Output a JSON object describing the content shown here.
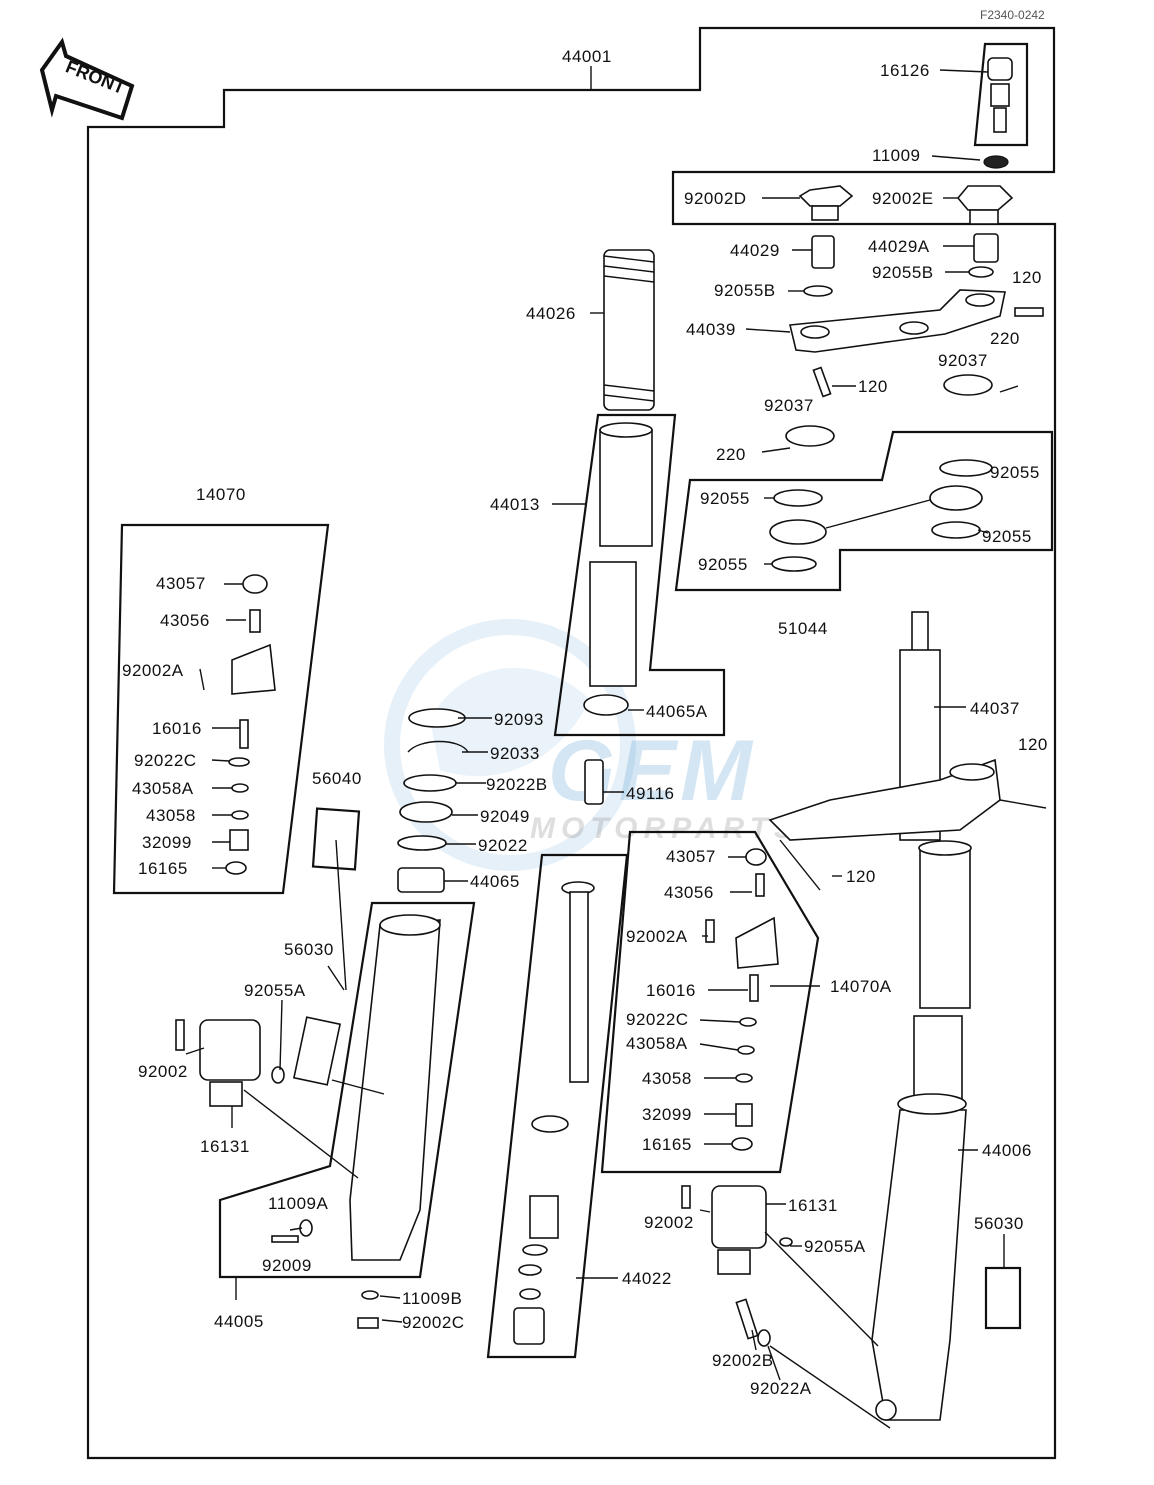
{
  "ref_code": "F2340-0242",
  "direction_label": "FRONT",
  "watermark": {
    "brand": "GEM",
    "sub": "MOTORPARTS"
  },
  "labels": {
    "p44001": "44001",
    "p16126": "16126",
    "p11009": "11009",
    "p92002D": "92002D",
    "p92002E": "92002E",
    "p44029": "44029",
    "p44029A": "44029A",
    "p92055B_l": "92055B",
    "p92055B_r": "92055B",
    "p120_a": "120",
    "p44039": "44039",
    "p220_a": "220",
    "p92037_a": "92037",
    "p120_b": "120",
    "p92037_b": "92037",
    "p220_b": "220",
    "p44026": "44026",
    "p44013": "44013",
    "p92055_1": "92055",
    "p92055_2": "92055",
    "p92055_3": "92055",
    "p92055_4": "92055",
    "p51044": "51044",
    "p14070": "14070",
    "p43057_l": "43057",
    "p43056_l": "43056",
    "p92002A_l": "92002A",
    "p44065A": "44065A",
    "p44037": "44037",
    "p16016_l": "16016",
    "p92093": "92093",
    "p92022C_l": "92022C",
    "p92033": "92033",
    "p120_c": "120",
    "p43058A_l": "43058A",
    "p56040": "56040",
    "p92022B": "92022B",
    "p49116": "49116",
    "p43058_l": "43058",
    "p92049": "92049",
    "p32099_l": "32099",
    "p92022": "92022",
    "p16165_l": "16165",
    "p44065": "44065",
    "p43057_r": "43057",
    "p120_d": "120",
    "p43056_r": "43056",
    "p56030_l": "56030",
    "p92002A_r": "92002A",
    "p92055A_l": "92055A",
    "p14070A": "14070A",
    "p16016_r": "16016",
    "p92022C_r": "92022C",
    "p92002_l": "92002",
    "p43058A_r": "43058A",
    "p43058_r": "43058",
    "p32099_r": "32099",
    "p16131_l": "16131",
    "p16165_r": "16165",
    "p44006": "44006",
    "p16131_r": "16131",
    "p11009A": "11009A",
    "p92002_r": "92002",
    "p56030_r": "56030",
    "p92055A_r": "92055A",
    "p92009": "92009",
    "p44022": "44022",
    "p44005": "44005",
    "p11009B": "11009B",
    "p92002C": "92002C",
    "p92002B": "92002B",
    "p92022A": "92022A"
  }
}
